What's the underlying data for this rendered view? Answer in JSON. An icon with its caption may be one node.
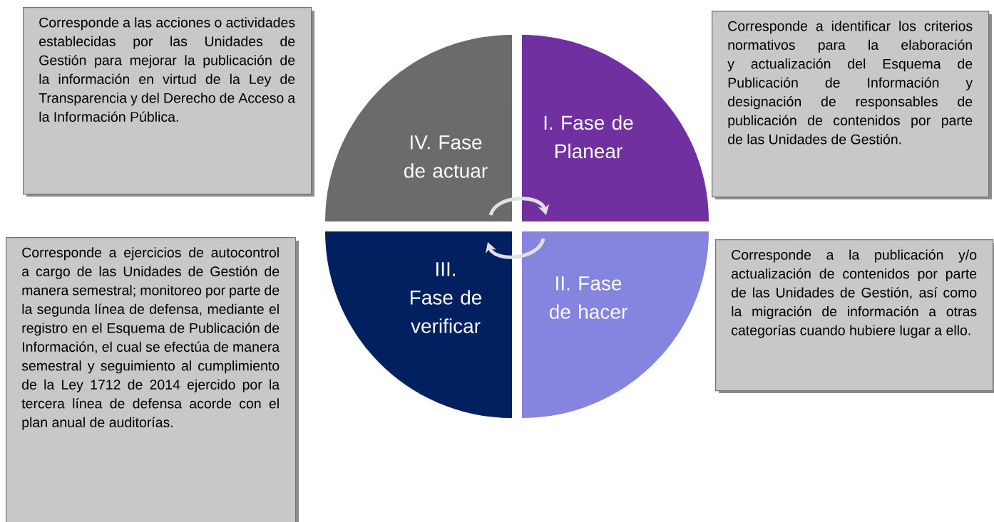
{
  "diagram": {
    "nodes": [
      {
        "text": [
          "Corresponde a las acciones o actividades establecidas por las Unidades de Gestión para mejorar la publicación de la información en virtud de la Ley de Transparencia y del Derecho de Acceso a la Información Pública."
        ]
      },
      {
        "text": [
          "Corresponde a identificar los criterios normativos para la elaboración y actualización del Esquema de Publicación de Información y designación de responsables de publicación de contenidos por parte de las Unidades de Gestión."
        ]
      },
      {
        "text": [
          "IV. Fase de actuar"
        ]
      },
      {
        "text": [
          "I. Fase de Planear"
        ]
      },
      {
        "text": [
          "III. Fase de verificar"
        ]
      },
      {
        "text": [
          "II. Fase de hacer"
        ]
      },
      {
        "text": [
          "Corresponde a ejercicios de autocontrol a cargo de las Unidades de Gestión de manera semestral; monitoreo por parte de la segunda línea de defensa, mediante el registro en el Esquema de Publicación de Información, el cual se efectúa de manera semestral y seguimiento al cumplimiento de la Ley 1712 de 2014 ejercido por la tercera línea de defensa acorde con el plan anual de auditorías."
        ]
      },
      {
        "text": [
          "Corresponde a la publicación y/o actualización de contenidos por parte de las Unidades de Gestión, así como la migración de información a otras categorías cuando hubiere lugar a ello."
        ]
      }
    ],
    "edges": [
      {
        "from": 2,
        "to": 3,
        "arrow": "to"
      },
      {
        "from": 5,
        "to": 4,
        "arrow": "to"
      }
    ]
  }
}
